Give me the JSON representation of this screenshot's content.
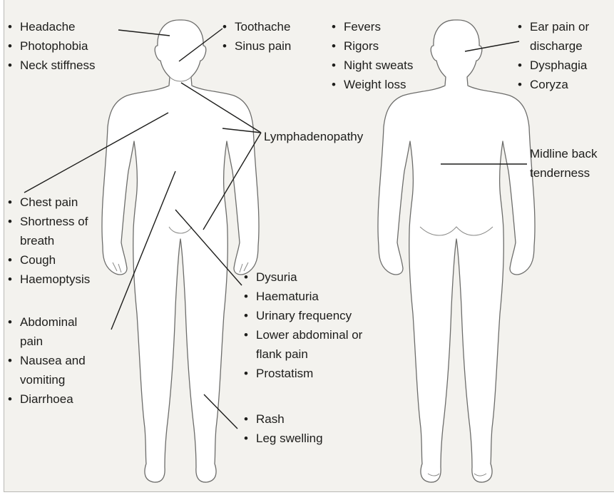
{
  "groups": {
    "head": [
      "Headache",
      "Photophobia",
      "Neck stiffness"
    ],
    "teeth": [
      "Toothache",
      "Sinus pain"
    ],
    "systemic": [
      "Fevers",
      "Rigors",
      "Night sweats",
      "Weight loss"
    ],
    "ear": [
      "Ear pain or discharge",
      "Dysphagia",
      "Coryza"
    ],
    "chest": [
      "Chest pain",
      "Shortness of breath",
      "Cough",
      "Haemoptysis"
    ],
    "abdomen": [
      "Abdominal pain",
      "Nausea and vomiting",
      "Diarrhoea"
    ],
    "urinary": [
      "Dysuria",
      "Haematuria",
      "Urinary frequency",
      "Lower abdominal or flank pain",
      "Prostatism"
    ],
    "legs": [
      "Rash",
      "Leg swelling"
    ]
  },
  "lymph_label": "Lymphadenopathy",
  "back_label": "Midline back tenderness",
  "colors": {
    "panel": "#f3f2ee",
    "text": "#1d1d1b",
    "outline": "#6d6d6b"
  }
}
